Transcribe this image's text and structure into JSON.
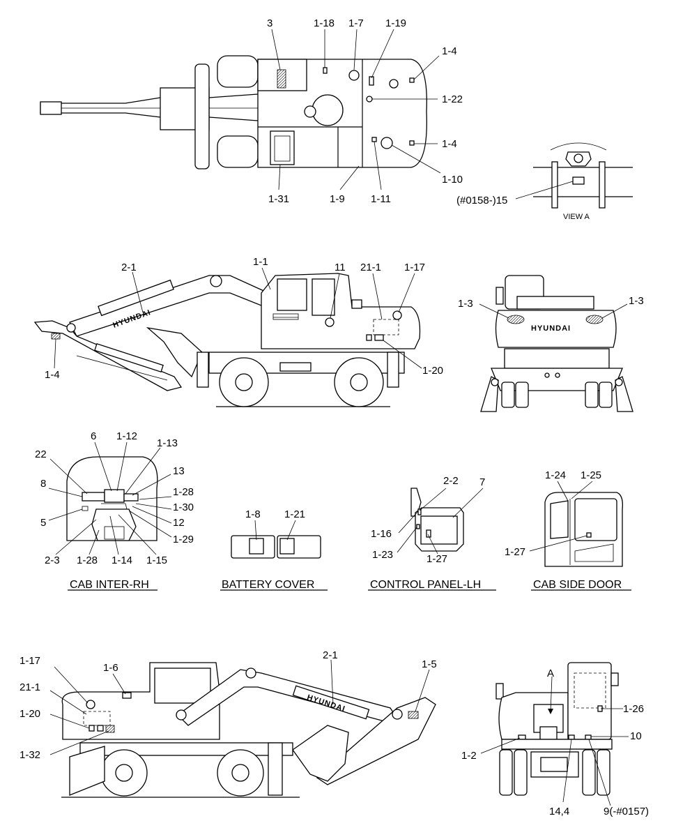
{
  "views": {
    "top": {
      "labels": [
        "3",
        "1-18",
        "1-7",
        "1-19",
        "1-4",
        "1-22",
        "1-4",
        "1-10",
        "1-31",
        "1-9",
        "1-11"
      ]
    },
    "view_a": {
      "label": "(#0158-)15",
      "caption": "VIEW A"
    },
    "side_right": {
      "labels": [
        "2-1",
        "1-1",
        "11",
        "21-1",
        "1-17",
        "1-4",
        "1-20"
      ],
      "brand": "HYUNDAI"
    },
    "rear": {
      "labels": [
        "1-3",
        "1-3"
      ],
      "brand": "HYUNDAI"
    },
    "cab_inter_rh": {
      "labels": [
        "6",
        "1-12",
        "1-13",
        "22",
        "13",
        "8",
        "1-28",
        "1-30",
        "5",
        "12",
        "1-29",
        "2-3",
        "1-28",
        "1-14",
        "1-15"
      ],
      "caption": "CAB INTER-RH"
    },
    "battery_cover": {
      "labels": [
        "1-8",
        "1-21"
      ],
      "caption": "BATTERY COVER"
    },
    "control_panel_lh": {
      "labels": [
        "2-2",
        "7",
        "1-16",
        "1-23",
        "1-27"
      ],
      "caption": "CONTROL PANEL-LH"
    },
    "cab_side_door": {
      "labels": [
        "1-24",
        "1-25",
        "1-27"
      ],
      "caption": "CAB SIDE DOOR"
    },
    "side_left": {
      "labels": [
        "1-17",
        "1-6",
        "2-1",
        "1-5",
        "21-1",
        "1-20",
        "1-32"
      ],
      "brand": "HYUNDAI"
    },
    "front": {
      "labels": [
        "A",
        "1-26",
        "10",
        "1-2",
        "14,4",
        "9(-#0157)"
      ]
    }
  }
}
